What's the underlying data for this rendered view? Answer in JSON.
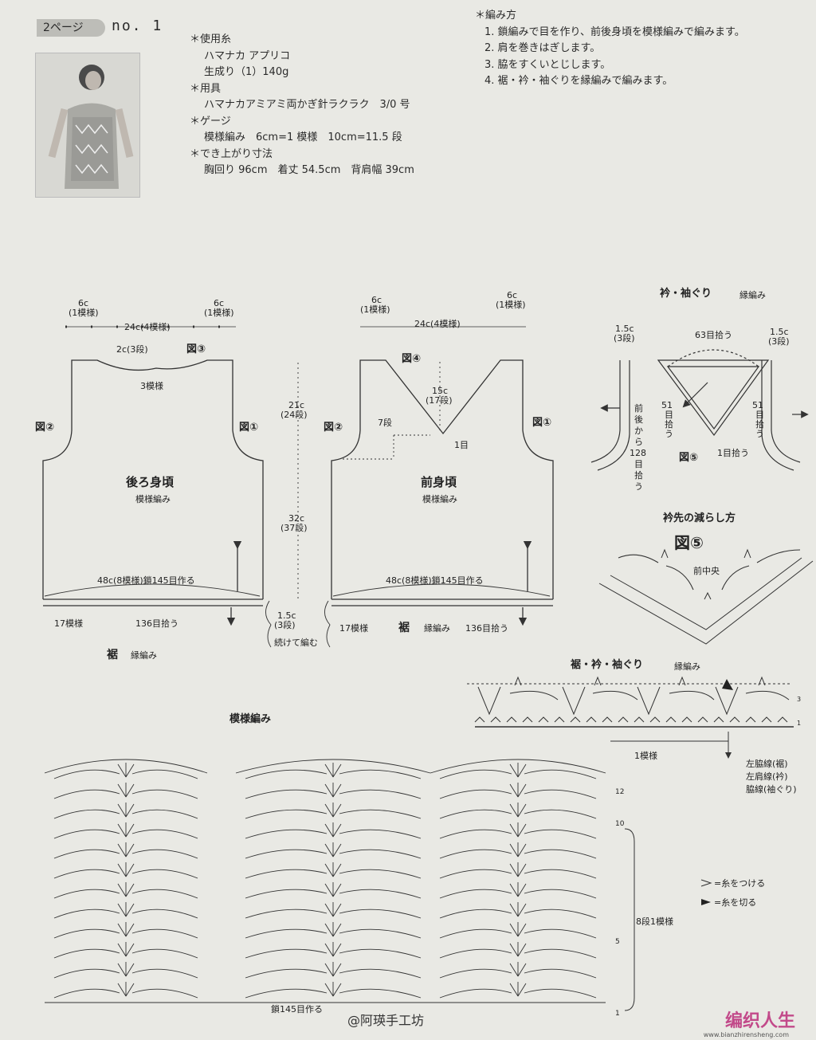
{
  "header": {
    "page_tag": "2ページ",
    "page_number": "no. 1"
  },
  "specs": [
    {
      "heading": "＊使用糸",
      "lines": [
        "ハマナカ アプリコ",
        "生成り（1）140g"
      ]
    },
    {
      "heading": "＊用具",
      "lines": [
        "ハマナカアミアミ両かぎ針ラクラク　3/0 号"
      ]
    },
    {
      "heading": "＊ゲージ",
      "lines": [
        "模様編み　6cm=1 模様　10cm=11.5 段"
      ]
    },
    {
      "heading": "＊でき上がり寸法",
      "lines": [
        "胸回り 96cm　着丈 54.5cm　背肩幅 39cm"
      ]
    }
  ],
  "method": {
    "heading": "＊編み方",
    "steps": [
      "1. 鎖編みで目を作り、前後身頃を模様編みで編みます。",
      "2. 肩を巻きはぎします。",
      "3. 脇をすくいとじします。",
      "4. 裾・衿・袖ぐりを縁編みで編みます。"
    ]
  },
  "back": {
    "title": "後ろ身頃",
    "subtitle": "模様編み",
    "top_left": "6c",
    "top_left_sub": "(1模様)",
    "top_mid": "24c(4模様)",
    "top_right": "6c",
    "top_right_sub": "(1模様)",
    "neck": "2c(3段)",
    "fig3": "図③",
    "neck_pattern": "3模様",
    "fig2": "図②",
    "fig1": "図①",
    "base": "48c(8模様)鎖145目作る",
    "hem_left": "17模様",
    "hem_right": "136目拾う",
    "hem_label": "裾",
    "hem_sub": "縁編み"
  },
  "front": {
    "title": "前身頃",
    "subtitle": "模様編み",
    "top_left": "6c",
    "top_left_sub": "(1模様)",
    "top_mid": "24c(4模様)",
    "top_right": "6c",
    "top_right_sub": "(1模様)",
    "fig4": "図④",
    "v_depth": "15c",
    "v_depth_sub": "(17段)",
    "rows7": "7段",
    "one_st": "1目",
    "fig2": "図②",
    "fig1": "図①",
    "base": "48c(8模様)鎖145目作る",
    "hem_left": "17模様",
    "hem_right": "136目拾う",
    "hem_label": "裾",
    "hem_sub": "縁編み"
  },
  "dims": {
    "upper": "21c",
    "upper_sub": "(24段)",
    "lower": "32c",
    "lower_sub": "(37段)",
    "hem": "1.5c",
    "hem_sub": "(3段)",
    "continue": "続けて編む"
  },
  "collar": {
    "title": "衿・袖ぐり",
    "sub": "縁編み",
    "left": "1.5c",
    "left_sub": "(3段)",
    "right": "1.5c",
    "right_sub": "(3段)",
    "top": "63目拾う",
    "side_left": [
      "51",
      "目",
      "拾",
      "う"
    ],
    "side_right": [
      "51",
      "目",
      "拾",
      "う"
    ],
    "armhole": [
      "前",
      "後",
      "か",
      "ら",
      "128",
      "目",
      "拾",
      "う"
    ],
    "fig5": "図⑤",
    "one_st": "1目拾う"
  },
  "decrease": {
    "title": "衿先の減らし方",
    "fig": "図⑤",
    "center": "前中央"
  },
  "edging": {
    "title": "裾・衿・袖ぐり",
    "sub": "縁編み",
    "repeat": "1模様",
    "seams": [
      "左脇線(裾)",
      "左肩線(衿)",
      "脇線(袖ぐり)"
    ],
    "rows": [
      "3",
      "1"
    ]
  },
  "pattern": {
    "title": "模様編み",
    "base": "鎖145目作る",
    "rows": [
      "12",
      "10",
      "5",
      "1"
    ],
    "repeat": "8段1模様"
  },
  "legend": {
    "attach": "=糸をつける",
    "cut": "=糸を切る"
  },
  "watermark": {
    "weibo": "@阿瑛手工坊",
    "brand": "编织人生",
    "url": "www.bianzhirensheng.com"
  }
}
